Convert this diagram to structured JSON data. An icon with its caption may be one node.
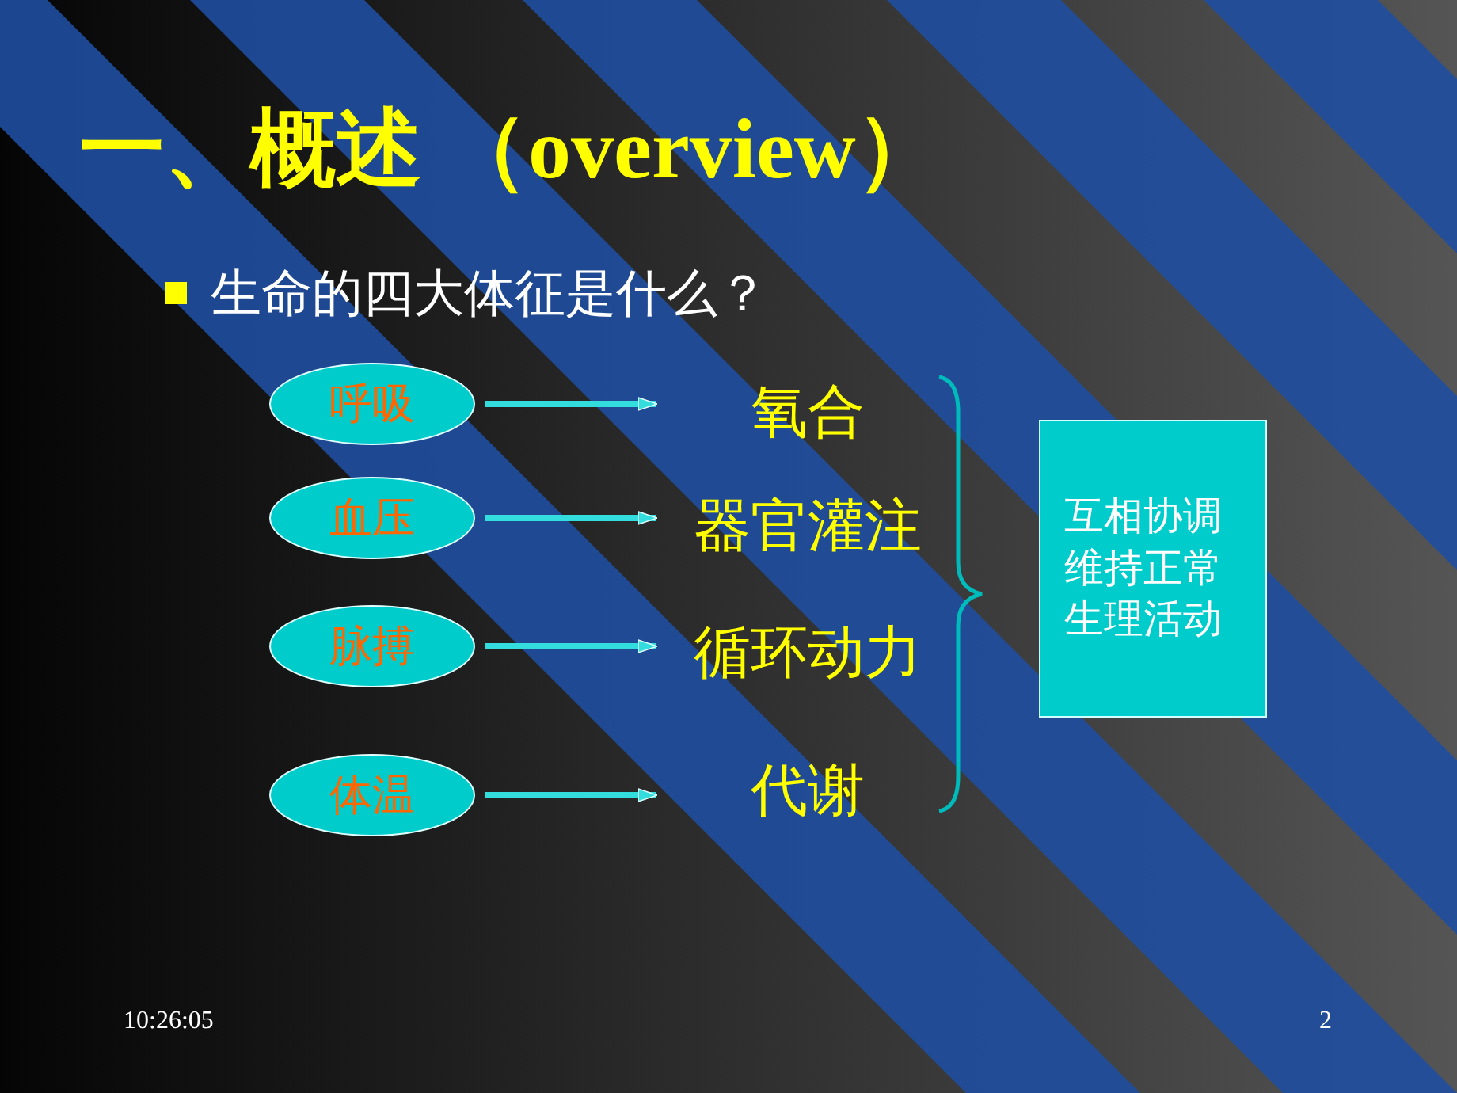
{
  "diagram": {
    "title": "一、概述 （overview）",
    "nodes": [
      {
        "text": [
          "呼吸"
        ]
      },
      {
        "text": [
          "血压"
        ]
      },
      {
        "text": [
          "脉搏"
        ]
      },
      {
        "text": [
          "体温"
        ]
      },
      {
        "text": [
          "氧合"
        ]
      },
      {
        "text": [
          "器官灌注"
        ]
      },
      {
        "text": [
          "循环动力"
        ]
      },
      {
        "text": [
          "代谢"
        ]
      },
      {
        "text": [
          "互相协调维持正常生理活动"
        ]
      }
    ],
    "edges": [
      {
        "from": 0,
        "to": 4,
        "arrow": "to"
      },
      {
        "from": 1,
        "to": 5,
        "arrow": "to"
      },
      {
        "from": 2,
        "to": 6,
        "arrow": "to"
      },
      {
        "from": 3,
        "to": 7,
        "arrow": "to"
      }
    ],
    "labels": [
      "生命的四大体征是什么？",
      "10:26:05",
      "2"
    ]
  }
}
